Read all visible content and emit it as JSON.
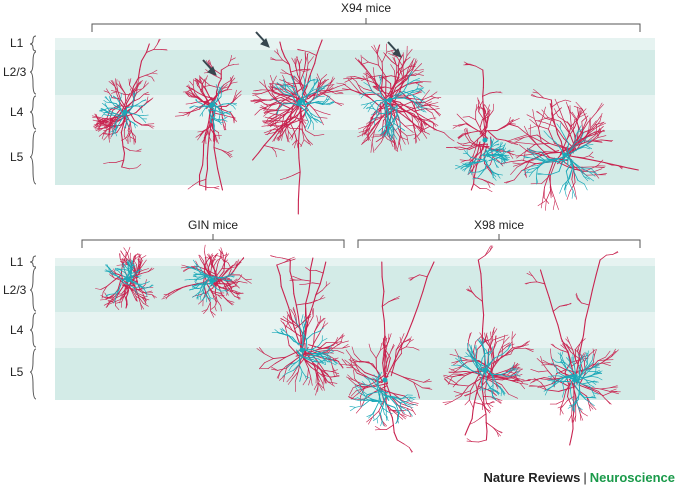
{
  "groups": {
    "top": "X94 mice",
    "gin": "GIN mice",
    "x98": "X98 mice"
  },
  "layers": [
    "L1",
    "L2/3",
    "L4",
    "L5"
  ],
  "credit": {
    "journal": "Nature Reviews",
    "separator": "|",
    "section": "Neuroscience"
  },
  "colors": {
    "band_light": "#e6f3f1",
    "band_dark": "#d3ebe7",
    "dendrite": "#c8234f",
    "axon_soma": "#1aa8b8",
    "arrow": "#37474f"
  }
}
